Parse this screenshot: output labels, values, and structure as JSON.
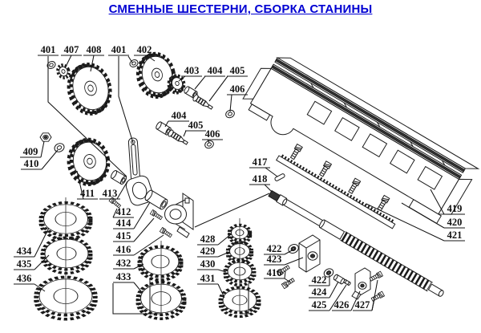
{
  "title": "СМЕННЫЕ ШЕСТЕРНИ, СБОРКА СТАНИНЫ",
  "colors": {
    "title_blue": "#0000d2",
    "ink": "#1b1b1b",
    "background": "#ffffff"
  },
  "callouts": [
    "401",
    "407",
    "408",
    "401",
    "402",
    "403",
    "404",
    "405",
    "406",
    "404",
    "405",
    "406",
    "409",
    "410",
    "411",
    "413",
    "412",
    "414",
    "415",
    "416",
    "432",
    "433",
    "434",
    "435",
    "436",
    "428",
    "429",
    "430",
    "431",
    "417",
    "418",
    "419",
    "420",
    "421",
    "422",
    "423",
    "416",
    "422",
    "424",
    "425",
    "426",
    "427"
  ]
}
